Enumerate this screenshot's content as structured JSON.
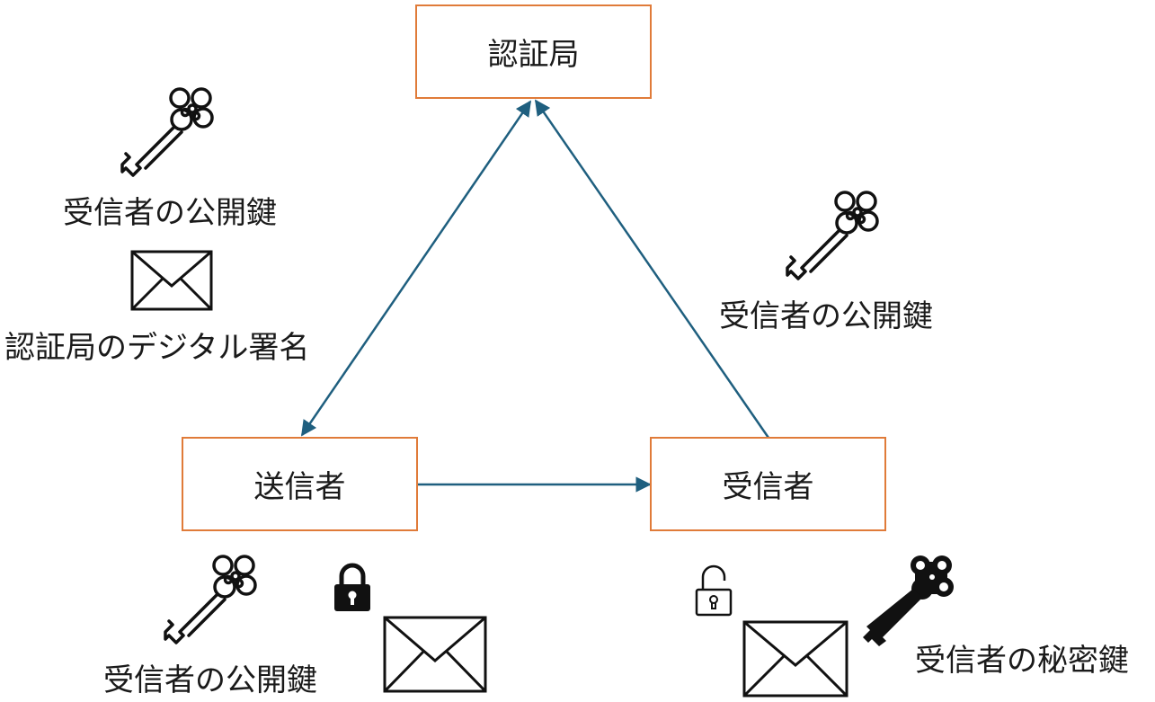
{
  "nodes": {
    "ca": "認証局",
    "sender": "送信者",
    "receiver": "受信者"
  },
  "labels": {
    "top_left_key": "受信者の公開鍵",
    "ca_signature": "認証局のデジタル署名",
    "right_key": "受信者の公開鍵",
    "bottom_left_key": "受信者の公開鍵",
    "private_key": "受信者の秘密鍵"
  },
  "colors": {
    "node_border": "#e07b39",
    "arrow": "#1f5f7f"
  },
  "icons": [
    "key-icon",
    "envelope-icon",
    "lock-closed-icon",
    "lock-open-icon",
    "key-filled-icon"
  ]
}
